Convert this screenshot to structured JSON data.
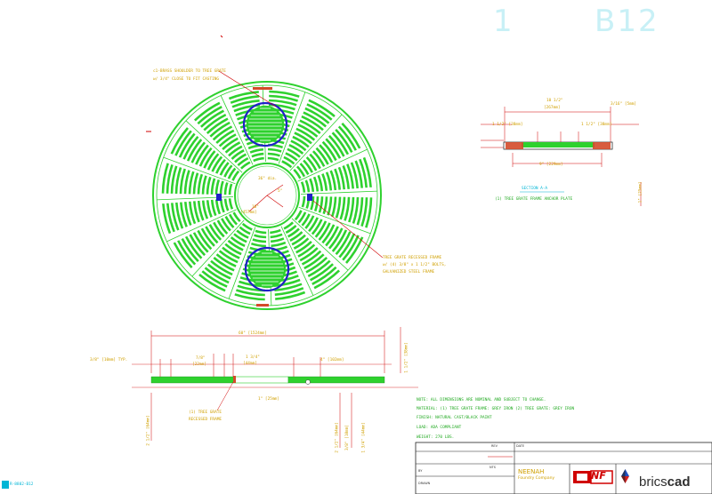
{
  "sheet": {
    "number": "1",
    "id": "B12"
  },
  "plan_view": {
    "callout_top": [
      "c1-BRASS SHOULDER TO TREE GRATE",
      "w/ 3/4\" CLOSE TO FIT CASTING"
    ],
    "callout_right": [
      "TREE GRATE RECESSED FRAME",
      "w/ (4) 3/8\" x 1 1/2\" BOLTS,",
      "GALVANIZED STEEL FRAME"
    ],
    "dim_center_1": "36\" dia.",
    "dim_center_2": "5\"",
    "dim_center_3": "18\"",
    "dim_center_4": "[457mm]"
  },
  "section_view": {
    "dim_top": "10 1/2\"",
    "dim_top_mm": "[267mm]",
    "dim_right": "3/16\" [5mm]",
    "dim_inner": "1 1/2\" [38mm]",
    "dim_left": "1 1/2\" [38mm]",
    "dim_bottom": "9\" [229mm]",
    "caption": "SECTION A-A",
    "caption_note": "(1) TREE GRATE FRAME ANCHOR PLATE",
    "dim_vertical": "1\" [25mm]"
  },
  "elevation_view": {
    "dim_overall": "60\" [1524mm]",
    "dim_left": "3/8\" [10mm] TYP.",
    "dim_a": "7/8\"",
    "dim_a_mm": "[22mm]",
    "dim_b": "1 3/4\"",
    "dim_b_mm": "[44mm]",
    "dim_c": "4\" [102mm]",
    "dim_mid": "1\" [25mm]",
    "dim_right_vertical": "1 1/2\" [38mm]",
    "note": [
      "(1) TREE GRATE",
      "RECESSED FRAME"
    ],
    "dim_bl": "2 1/2\" [64mm]",
    "dim_b2": "2 1/2\" [64mm]",
    "dim_b3": "3/8\" [10mm]",
    "dim_b4": "1 3/4\" [44mm]"
  },
  "notes": [
    "NOTE: ALL DIMENSIONS ARE NOMINAL AND SUBJECT TO CHANGE.",
    "MATERIAL: (1) TREE GRATE FRAME: GREY IRON (2) TREE GRATE: GREY IRON",
    "FINISH:          NATURAL CAST/BLACK PAINT",
    "LOAD:            ADA COMPLIANT",
    "WEIGHT:          270 LBS."
  ],
  "title_block": {
    "company": "NEENAH",
    "company_sub": "Foundry Company",
    "logo_text": "NF",
    "rev_label": "REV",
    "date_label": "DATE",
    "by_label": "BY",
    "scale_label": "NTS",
    "drawn_label": "DRAWN",
    "brand_prefix": "brics",
    "brand_suffix": "cad"
  },
  "file_label": "R-8802-B12",
  "colors": {
    "grate": "#2ed12e",
    "dimension": "#d00000",
    "annotation": "#d0a000",
    "ring": "#2020c8",
    "accent": "#00b6d6"
  }
}
